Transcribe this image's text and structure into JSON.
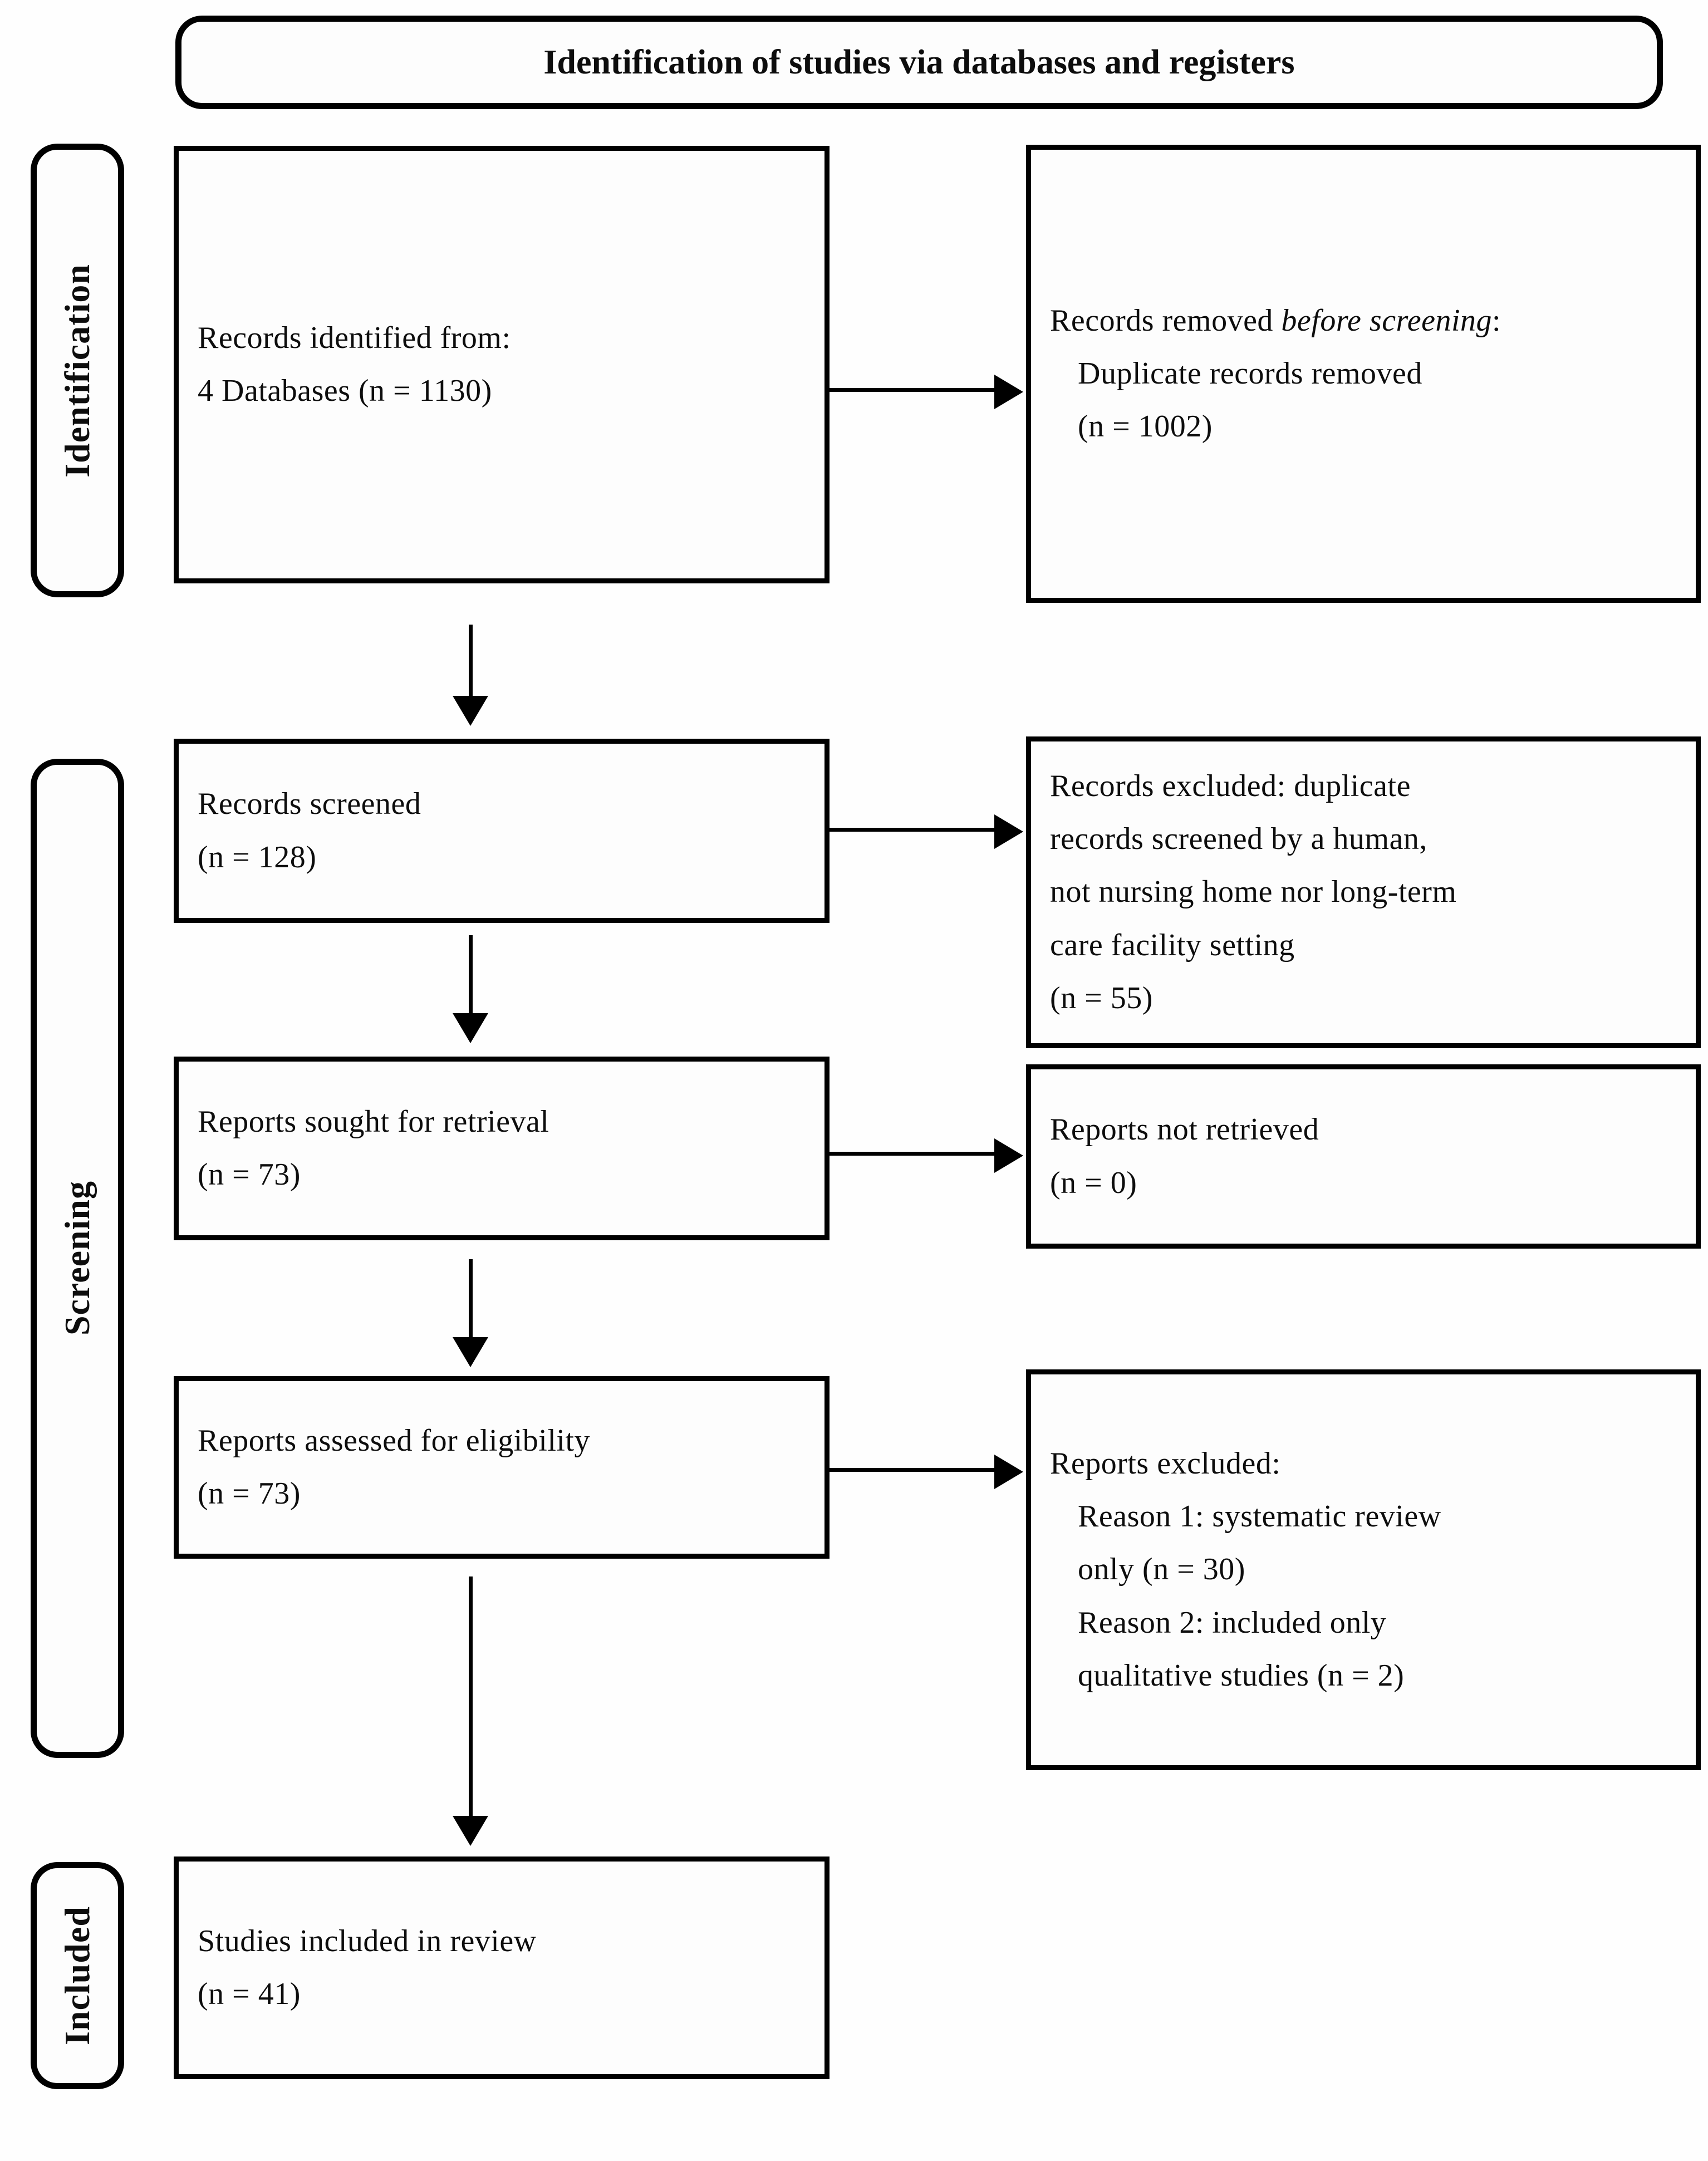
{
  "title": "Identification of studies via databases and registers",
  "sidebar": {
    "identification": "Identification",
    "screening": "Screening",
    "included": "Included"
  },
  "boxes": {
    "records_identified": {
      "line1": "Records identified from:",
      "line2": "4 Databases (n = 1130)"
    },
    "records_removed": {
      "prefix": "Records removed ",
      "italic": "before screening",
      "suffix": ":",
      "indent1": "Duplicate records removed",
      "indent2": "(n = 1002)"
    },
    "records_screened": {
      "line1": "Records screened",
      "line2": "(n = 128)"
    },
    "records_excluded": {
      "lines": [
        "Records excluded: duplicate",
        "records screened by a human,",
        "not nursing home nor long-term",
        "care facility setting",
        "(n = 55)"
      ]
    },
    "reports_sought": {
      "line1": "Reports sought for retrieval",
      "line2": "(n = 73)"
    },
    "reports_not_retrieved": {
      "line1": "Reports not retrieved",
      "line2": "(n = 0)"
    },
    "reports_assessed": {
      "line1": "Reports assessed for eligibility",
      "line2": "(n = 73)"
    },
    "reports_excluded": {
      "header": "Reports excluded:",
      "indent_lines": [
        "Reason 1: systematic review",
        "only (n = 30)",
        "Reason 2: included only",
        "qualitative studies (n = 2)"
      ]
    },
    "studies_included": {
      "line1": "Studies included in review",
      "line2": "(n = 41)"
    }
  },
  "colors": {
    "border": "#000000",
    "text": "#0d0d0d",
    "background": "#fefefe"
  }
}
